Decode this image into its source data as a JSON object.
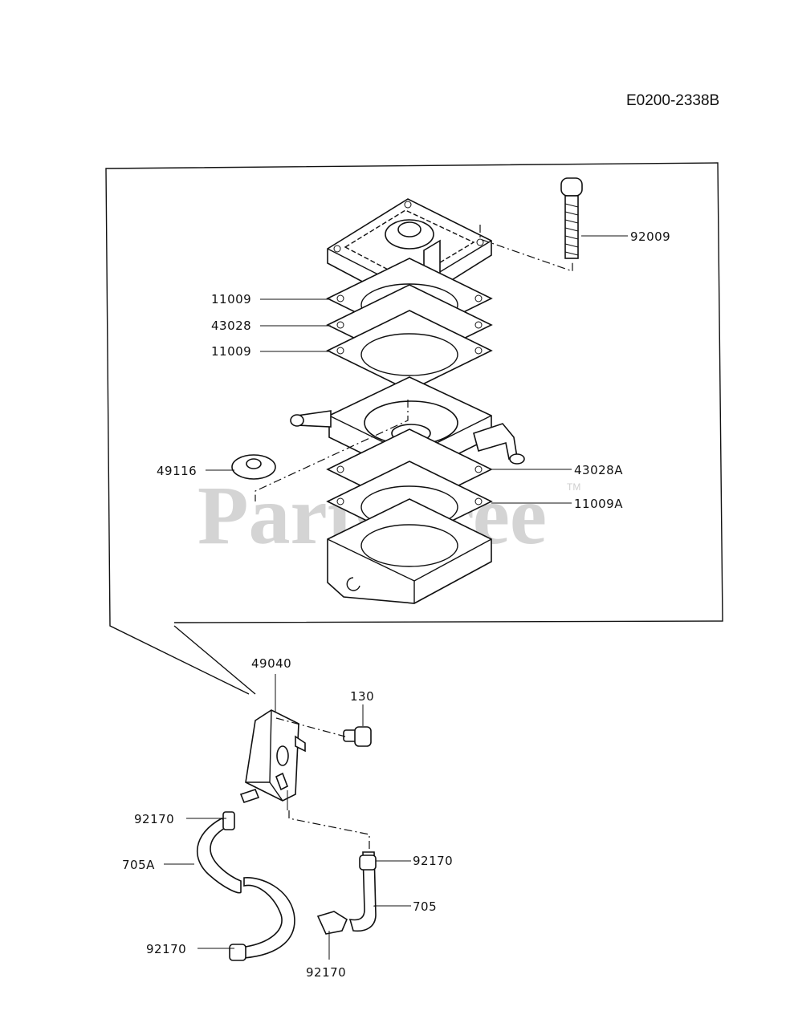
{
  "diagram_code": "E0200-2338B",
  "watermark": {
    "text": "PartsTree",
    "tm": "TM"
  },
  "callouts": [
    {
      "id": "c-92009",
      "label": "92009"
    },
    {
      "id": "c-11009-top",
      "label": "11009"
    },
    {
      "id": "c-43028",
      "label": "43028"
    },
    {
      "id": "c-11009-mid",
      "label": "11009"
    },
    {
      "id": "c-49116",
      "label": "49116"
    },
    {
      "id": "c-43028A",
      "label": "43028A"
    },
    {
      "id": "c-11009A",
      "label": "11009A"
    },
    {
      "id": "c-49040",
      "label": "49040"
    },
    {
      "id": "c-130",
      "label": "130"
    },
    {
      "id": "c-92170-left",
      "label": "92170"
    },
    {
      "id": "c-705A",
      "label": "705A"
    },
    {
      "id": "c-92170-right",
      "label": "92170"
    },
    {
      "id": "c-705",
      "label": "705"
    },
    {
      "id": "c-92170-bottom-left",
      "label": "92170"
    },
    {
      "id": "c-92170-bottom",
      "label": "92170"
    }
  ]
}
